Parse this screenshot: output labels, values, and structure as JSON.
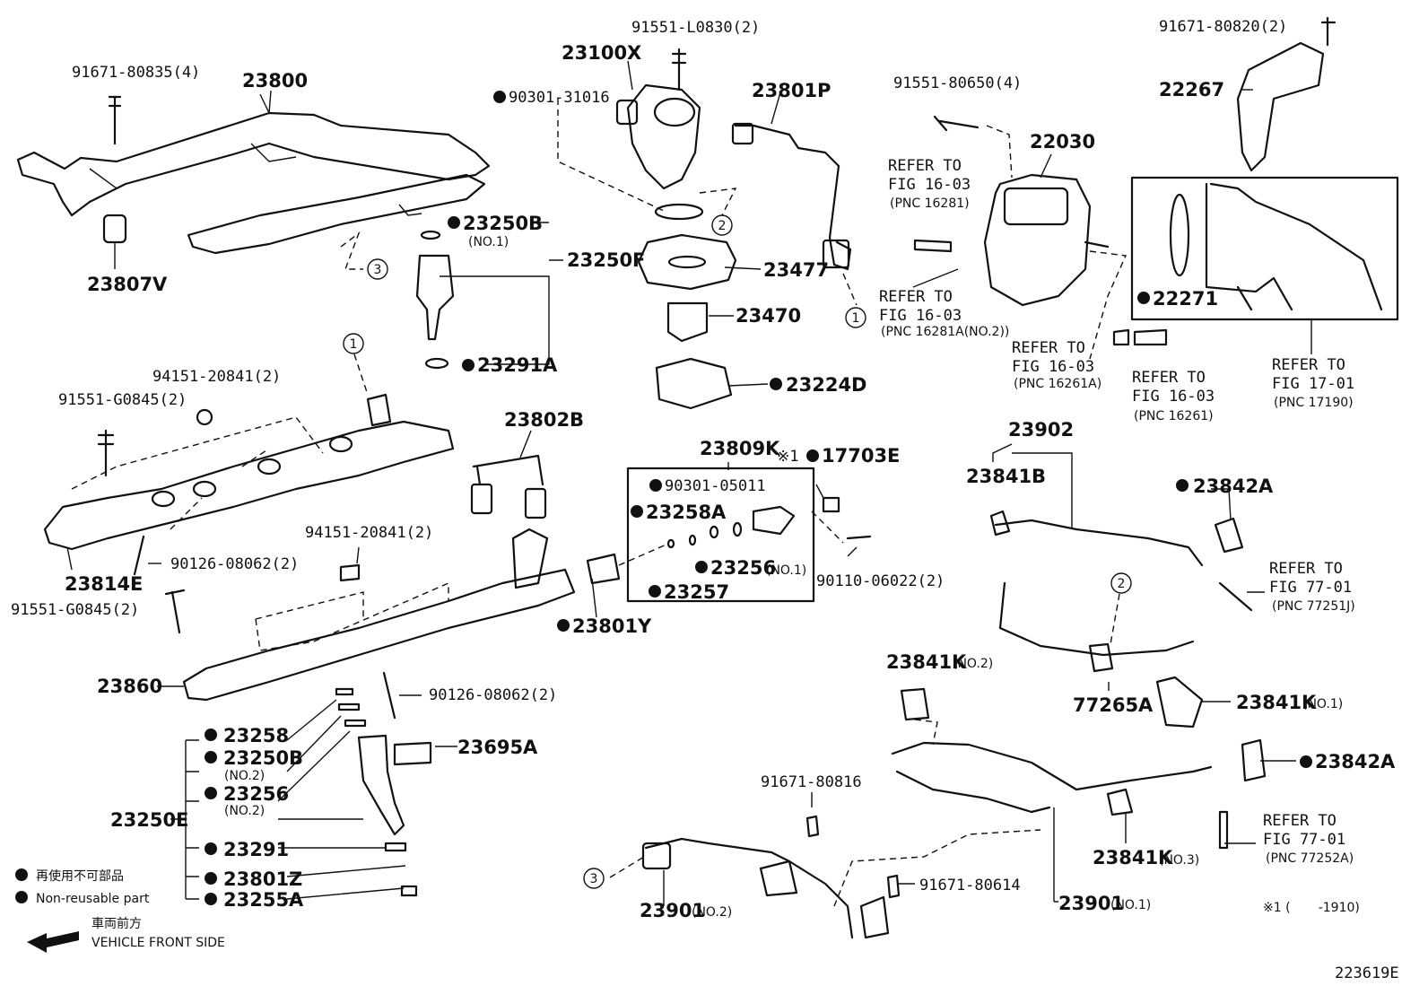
{
  "diagram_id": "223619E",
  "callouts": {
    "p91671_80835": "91671-80835(4)",
    "p23800": "23800",
    "p23807V": "23807V",
    "p91551_L0830": "91551-L0830(2)",
    "p23100X": "23100X",
    "p90301_31016": "90301-31016",
    "p23801P": "23801P",
    "p23250B_1": "23250B",
    "no1": "(NO.1)",
    "p23250F": "23250F",
    "p23477": "23477",
    "p23470": "23470",
    "p23291A": "23291A",
    "p23224D": "23224D",
    "p91551_80650": "91551-80650(4)",
    "p22030": "22030",
    "p91671_80820": "91671-80820(2)",
    "p22267": "22267",
    "p22271": "22271",
    "ref1_a": "REFER TO",
    "ref1_b": "FIG 16-03",
    "ref1_c": "(PNC 16281)",
    "ref2_a": "REFER TO",
    "ref2_b": "FIG 16-03",
    "ref2_c": "(PNC 16281A(NO.2))",
    "ref3_a": "REFER TO",
    "ref3_b": "FIG 16-03",
    "ref3_c": "(PNC 16261A)",
    "ref4_a": "REFER TO",
    "ref4_b": "FIG 16-03",
    "ref4_c": "(PNC 16261)",
    "ref5_a": "REFER TO",
    "ref5_b": "FIG 17-01",
    "ref5_c": "(PNC 17190)",
    "p94151_20841_a": "94151-20841(2)",
    "p91551_G0845_a": "91551-G0845(2)",
    "p23802B": "23802B",
    "p23809K": "23809K",
    "p17703E_note": "※1",
    "p17703E": "17703E",
    "p90301_05011": "90301-05011",
    "p23258A": "23258A",
    "p23256_1": "23256",
    "p23256_1_no": "(NO.1)",
    "p23257": "23257",
    "p90110_06022": "90110-06022(2)",
    "p23801Y": "23801Y",
    "p23814E": "23814E",
    "p90126_08062_a": "90126-08062(2)",
    "p94151_20841_b": "94151-20841(2)",
    "p91551_G0845_b": "91551-G0845(2)",
    "p23860": "23860",
    "p90126_08062_b": "90126-08062(2)",
    "p23258": "23258",
    "p23250B_2": "23250B",
    "no2_a": "(NO.2)",
    "p23256_2": "23256",
    "no2_b": "(NO.2)",
    "p23695A": "23695A",
    "p23250E": "23250E",
    "p23291": "23291",
    "p23801Z": "23801Z",
    "p23255A": "23255A",
    "p23902": "23902",
    "p23841B": "23841B",
    "p23842A_a": "23842A",
    "ref6_a": "REFER TO",
    "ref6_b": "FIG 77-01",
    "ref6_c": "(PNC 77251J)",
    "p77265A": "77265A",
    "p23841K_2": "23841K",
    "p23841K_2_no": "(NO.2)",
    "p23841K_1": "23841K",
    "p23841K_1_no": "(NO.1)",
    "p23842A_b": "23842A",
    "ref7_a": "REFER TO",
    "ref7_b": "FIG 77-01",
    "ref7_c": "(PNC 77252A)",
    "p91671_80816": "91671-80816",
    "p23841K_3": "23841K",
    "p23841K_3_no": "(NO.3)",
    "p91671_80614": "91671-80614",
    "p23901_2": "23901",
    "p23901_2_no": "(NO.2)",
    "p23901_1": "23901",
    "p23901_1_no": "(NO.1)",
    "note1": "※1 (       -1910)"
  },
  "circle_markers": {
    "c1": "1",
    "c2": "2",
    "c3": "3"
  },
  "legend": {
    "nonreusable_jp": "再使用不可部品",
    "nonreusable_en": "Non-reusable part",
    "front_jp": "車両前方",
    "front_en": "VEHICLE FRONT SIDE"
  }
}
